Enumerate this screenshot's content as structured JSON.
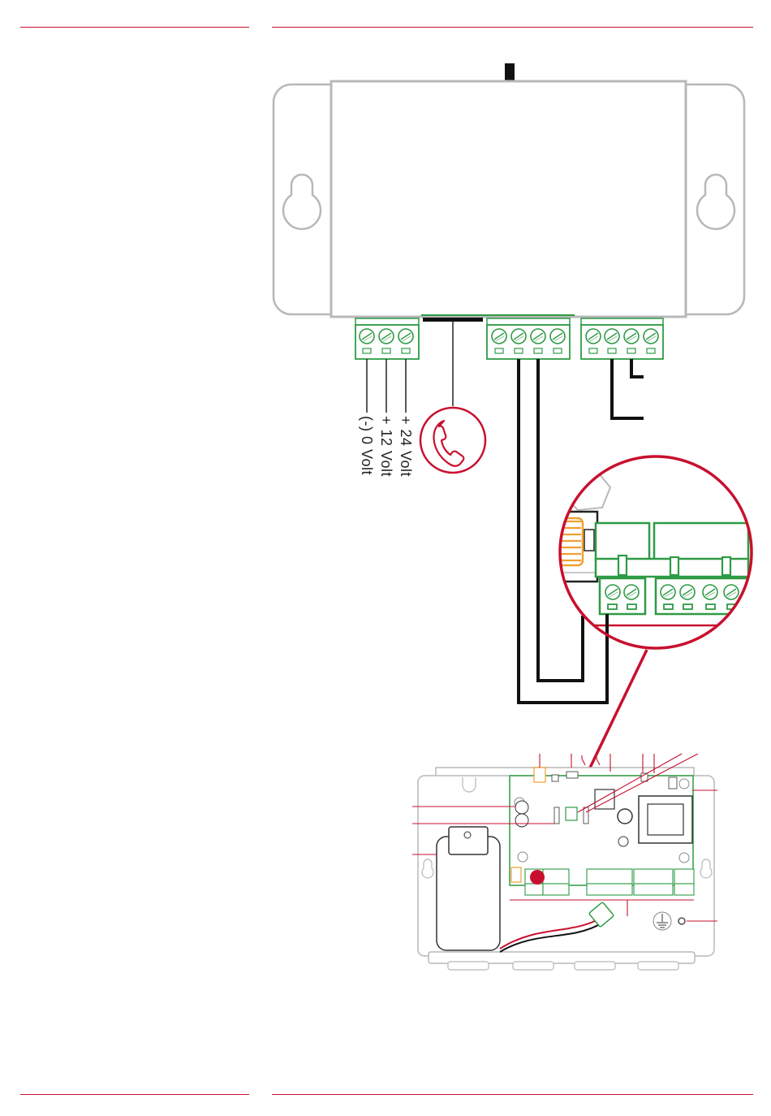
{
  "labels": {
    "v24": "+ 24 Volt",
    "v12": "+ 12 Volt",
    "v0": "(-) 0 Volt"
  },
  "icons": {
    "phone": "phone-handset-icon",
    "zoom": "magnifier-circle",
    "ground": "earth-ground-icon"
  },
  "colors": {
    "accent": "#c8102e",
    "terminal_green": "#2e9b45",
    "housing_gray": "#b8b8b8",
    "wire": "#111111",
    "coil_orange": "#f0a030"
  }
}
